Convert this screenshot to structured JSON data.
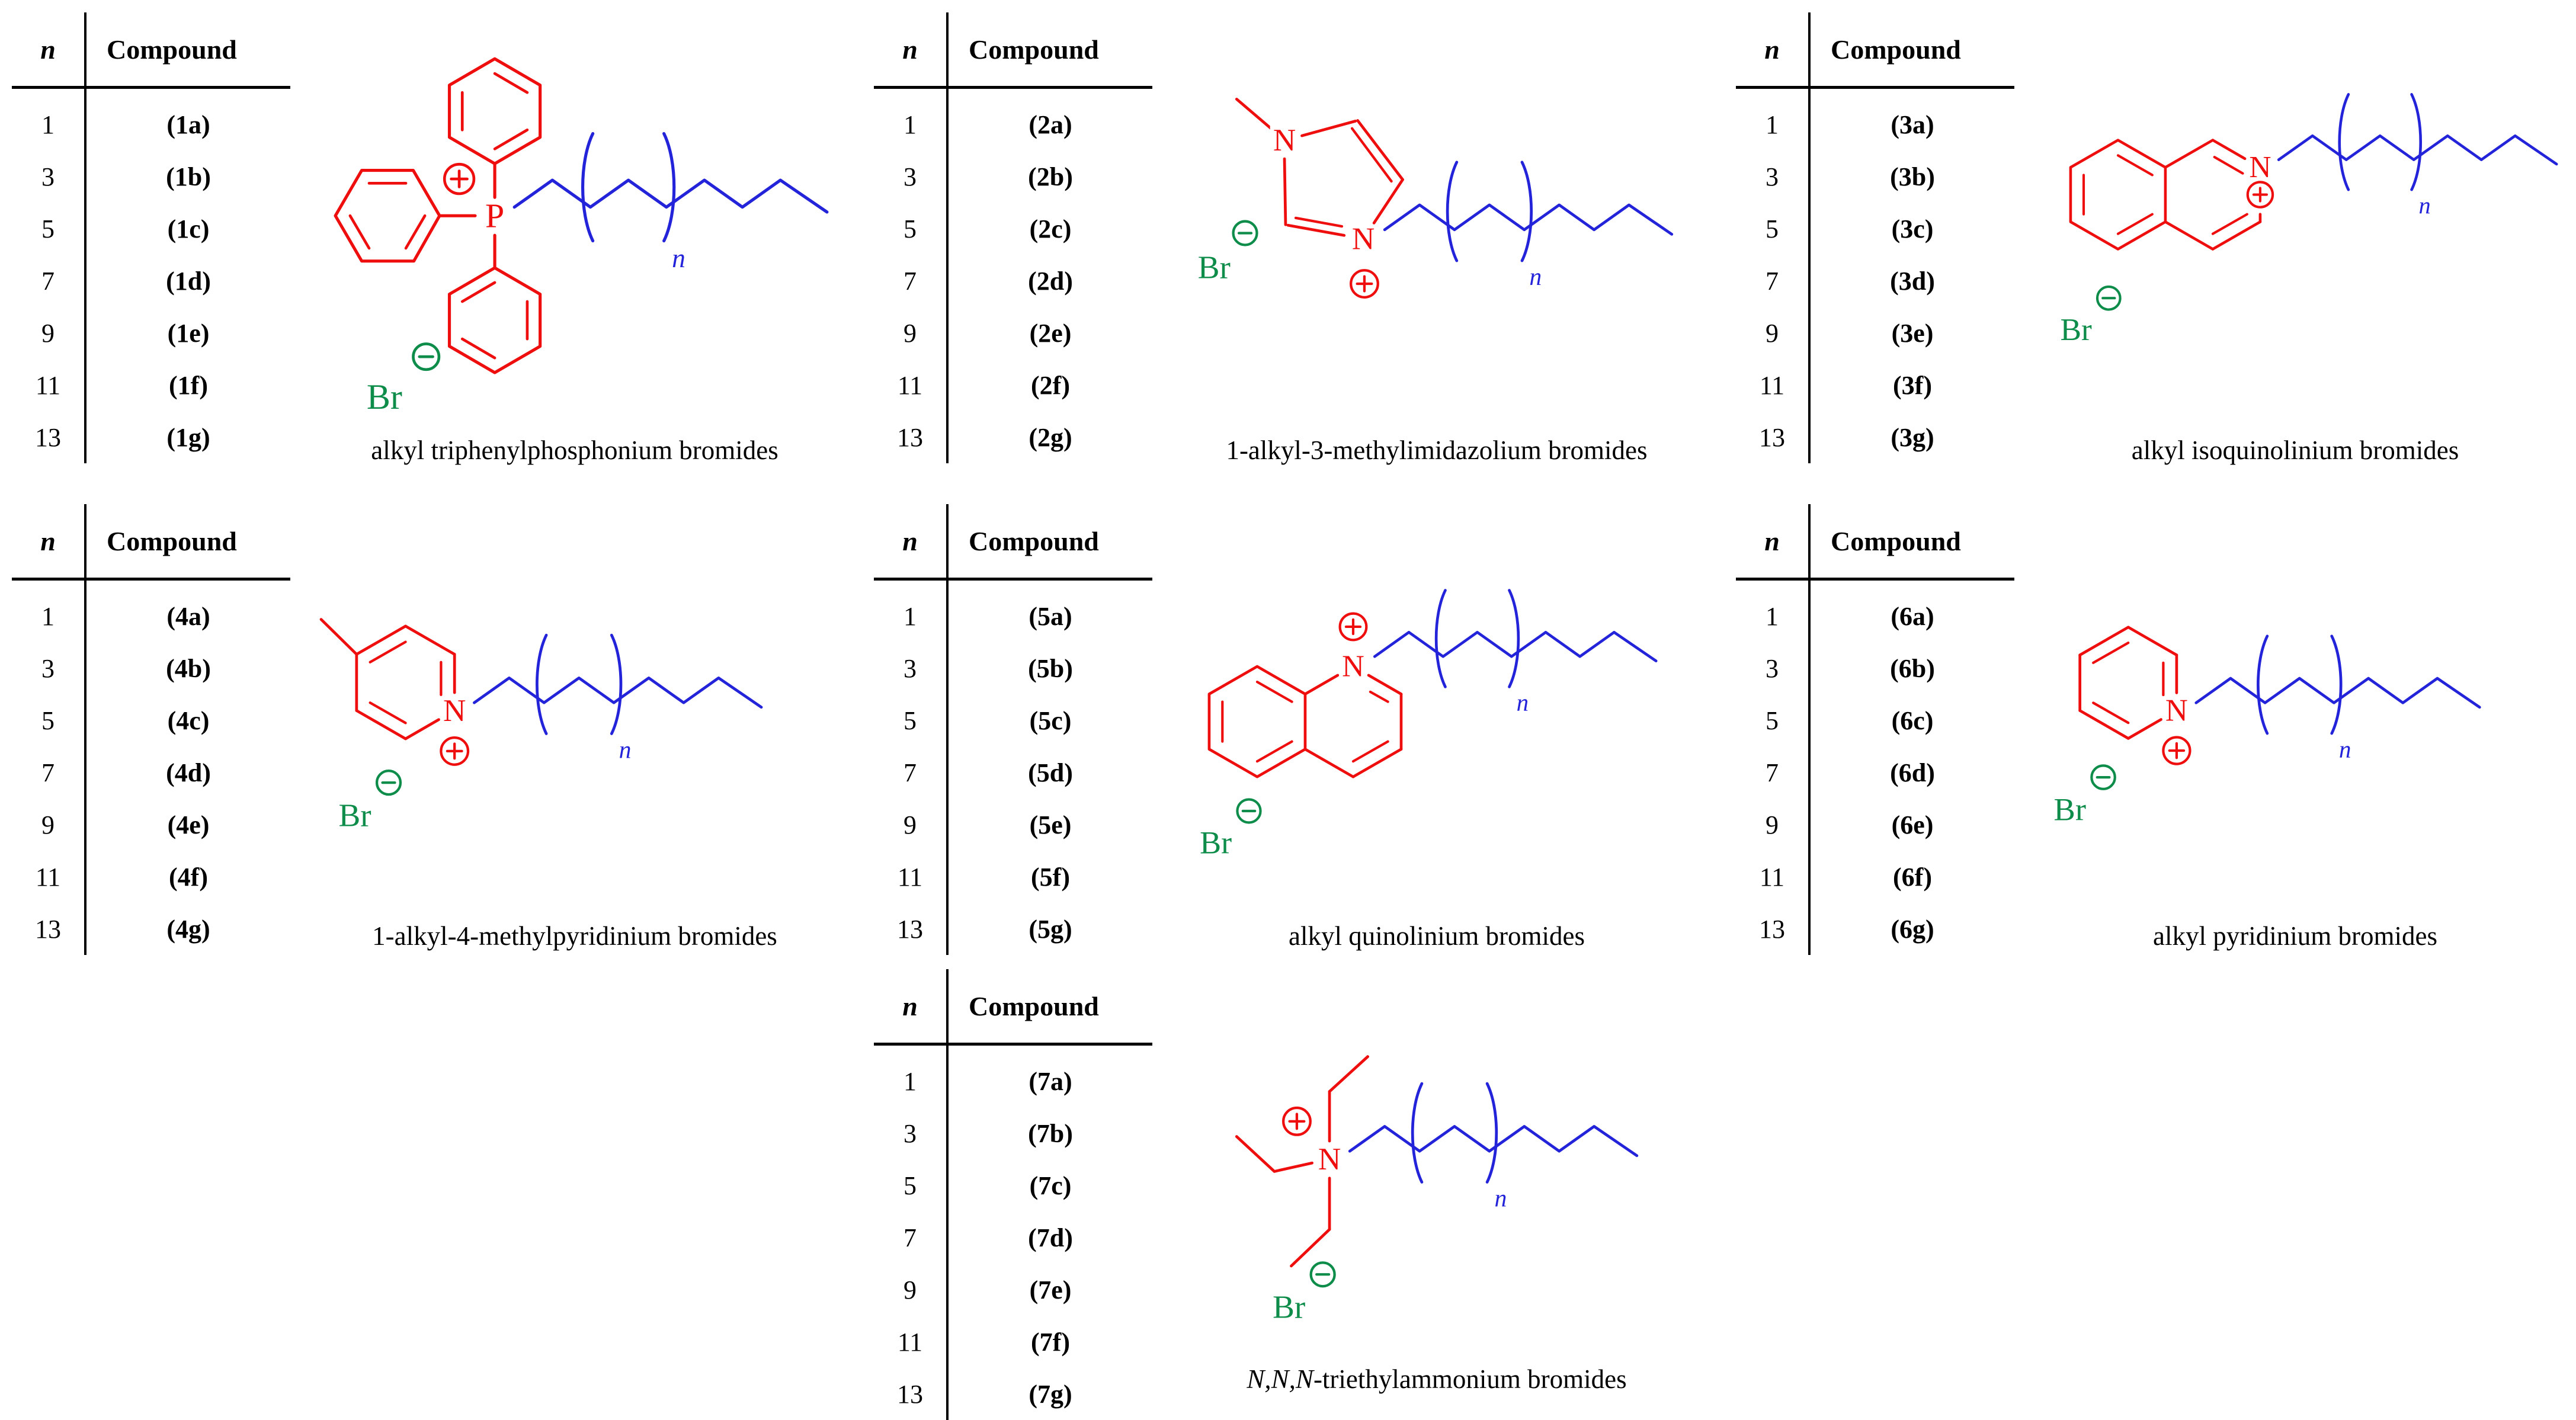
{
  "colors": {
    "bond_red": "#ee0e0e",
    "chain_blue": "#2323d9",
    "anion_green": "#0e8c4a",
    "ink": "#000000"
  },
  "panels": [
    {
      "id": "1",
      "table": {
        "col_n": "n",
        "col_compound": "Compound"
      },
      "rows": [
        {
          "n": "1",
          "compound": "(1a)"
        },
        {
          "n": "3",
          "compound": "(1b)"
        },
        {
          "n": "5",
          "compound": "(1c)"
        },
        {
          "n": "7",
          "compound": "(1d)"
        },
        {
          "n": "9",
          "compound": "(1e)"
        },
        {
          "n": "11",
          "compound": "(1f)"
        },
        {
          "n": "13",
          "compound": "(1g)"
        }
      ],
      "labels": {
        "hetero": "P",
        "anion": "Br",
        "repeat": "n"
      },
      "caption": "alkyl triphenylphosphonium bromides"
    },
    {
      "id": "2",
      "table": {
        "col_n": "n",
        "col_compound": "Compound"
      },
      "rows": [
        {
          "n": "1",
          "compound": "(2a)"
        },
        {
          "n": "3",
          "compound": "(2b)"
        },
        {
          "n": "5",
          "compound": "(2c)"
        },
        {
          "n": "7",
          "compound": "(2d)"
        },
        {
          "n": "9",
          "compound": "(2e)"
        },
        {
          "n": "11",
          "compound": "(2f)"
        },
        {
          "n": "13",
          "compound": "(2g)"
        }
      ],
      "labels": {
        "n1": "N",
        "n3": "N",
        "anion": "Br",
        "repeat": "n"
      },
      "caption": "1-alkyl-3-methylimidazolium bromides"
    },
    {
      "id": "3",
      "table": {
        "col_n": "n",
        "col_compound": "Compound"
      },
      "rows": [
        {
          "n": "1",
          "compound": "(3a)"
        },
        {
          "n": "3",
          "compound": "(3b)"
        },
        {
          "n": "5",
          "compound": "(3c)"
        },
        {
          "n": "7",
          "compound": "(3d)"
        },
        {
          "n": "9",
          "compound": "(3e)"
        },
        {
          "n": "11",
          "compound": "(3f)"
        },
        {
          "n": "13",
          "compound": "(3g)"
        }
      ],
      "labels": {
        "hetero": "N",
        "anion": "Br",
        "repeat": "n"
      },
      "caption": "alkyl isoquinolinium bromides"
    },
    {
      "id": "4",
      "table": {
        "col_n": "n",
        "col_compound": "Compound"
      },
      "rows": [
        {
          "n": "1",
          "compound": "(4a)"
        },
        {
          "n": "3",
          "compound": "(4b)"
        },
        {
          "n": "5",
          "compound": "(4c)"
        },
        {
          "n": "7",
          "compound": "(4d)"
        },
        {
          "n": "9",
          "compound": "(4e)"
        },
        {
          "n": "11",
          "compound": "(4f)"
        },
        {
          "n": "13",
          "compound": "(4g)"
        }
      ],
      "labels": {
        "hetero": "N",
        "anion": "Br",
        "repeat": "n"
      },
      "caption": "1-alkyl-4-methylpyridinium bromides"
    },
    {
      "id": "5",
      "table": {
        "col_n": "n",
        "col_compound": "Compound"
      },
      "rows": [
        {
          "n": "1",
          "compound": "(5a)"
        },
        {
          "n": "3",
          "compound": "(5b)"
        },
        {
          "n": "5",
          "compound": "(5c)"
        },
        {
          "n": "7",
          "compound": "(5d)"
        },
        {
          "n": "9",
          "compound": "(5e)"
        },
        {
          "n": "11",
          "compound": "(5f)"
        },
        {
          "n": "13",
          "compound": "(5g)"
        }
      ],
      "labels": {
        "hetero": "N",
        "anion": "Br",
        "repeat": "n"
      },
      "caption": "alkyl quinolinium bromides"
    },
    {
      "id": "6",
      "table": {
        "col_n": "n",
        "col_compound": "Compound"
      },
      "rows": [
        {
          "n": "1",
          "compound": "(6a)"
        },
        {
          "n": "3",
          "compound": "(6b)"
        },
        {
          "n": "5",
          "compound": "(6c)"
        },
        {
          "n": "7",
          "compound": "(6d)"
        },
        {
          "n": "9",
          "compound": "(6e)"
        },
        {
          "n": "11",
          "compound": "(6f)"
        },
        {
          "n": "13",
          "compound": "(6g)"
        }
      ],
      "labels": {
        "hetero": "N",
        "anion": "Br",
        "repeat": "n"
      },
      "caption": "alkyl pyridinium bromides"
    },
    {
      "id": "7",
      "table": {
        "col_n": "n",
        "col_compound": "Compound"
      },
      "rows": [
        {
          "n": "1",
          "compound": "(7a)"
        },
        {
          "n": "3",
          "compound": "(7b)"
        },
        {
          "n": "5",
          "compound": "(7c)"
        },
        {
          "n": "7",
          "compound": "(7d)"
        },
        {
          "n": "9",
          "compound": "(7e)"
        },
        {
          "n": "11",
          "compound": "(7f)"
        },
        {
          "n": "13",
          "compound": "(7g)"
        }
      ],
      "labels": {
        "hetero": "N",
        "anion": "Br",
        "repeat": "n"
      },
      "caption_prefix": "N,N,N",
      "caption_rest": "-triethylammonium bromides"
    }
  ]
}
